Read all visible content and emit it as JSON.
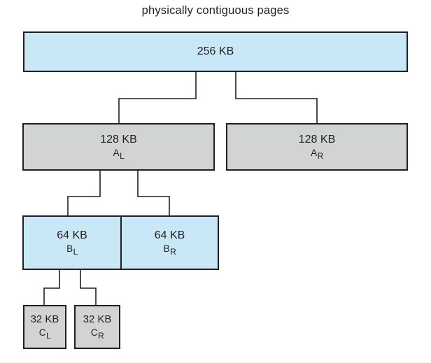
{
  "title": "physically contiguous pages",
  "colors": {
    "light_blue": "#c8e8f7",
    "gray": "#d2d3d5",
    "line": "#231f20",
    "text": "#231f20",
    "background": "#ffffff"
  },
  "nodes": {
    "root": {
      "size": "256 KB"
    },
    "a_left": {
      "size": "128 KB",
      "label_base": "A",
      "label_sub": "L"
    },
    "a_right": {
      "size": "128 KB",
      "label_base": "A",
      "label_sub": "R"
    },
    "b_left": {
      "size": "64 KB",
      "label_base": "B",
      "label_sub": "L"
    },
    "b_right": {
      "size": "64 KB",
      "label_base": "B",
      "label_sub": "R"
    },
    "c_left": {
      "size": "32 KB",
      "label_base": "C",
      "label_sub": "L"
    },
    "c_right": {
      "size": "32 KB",
      "label_base": "C",
      "label_sub": "R"
    }
  }
}
